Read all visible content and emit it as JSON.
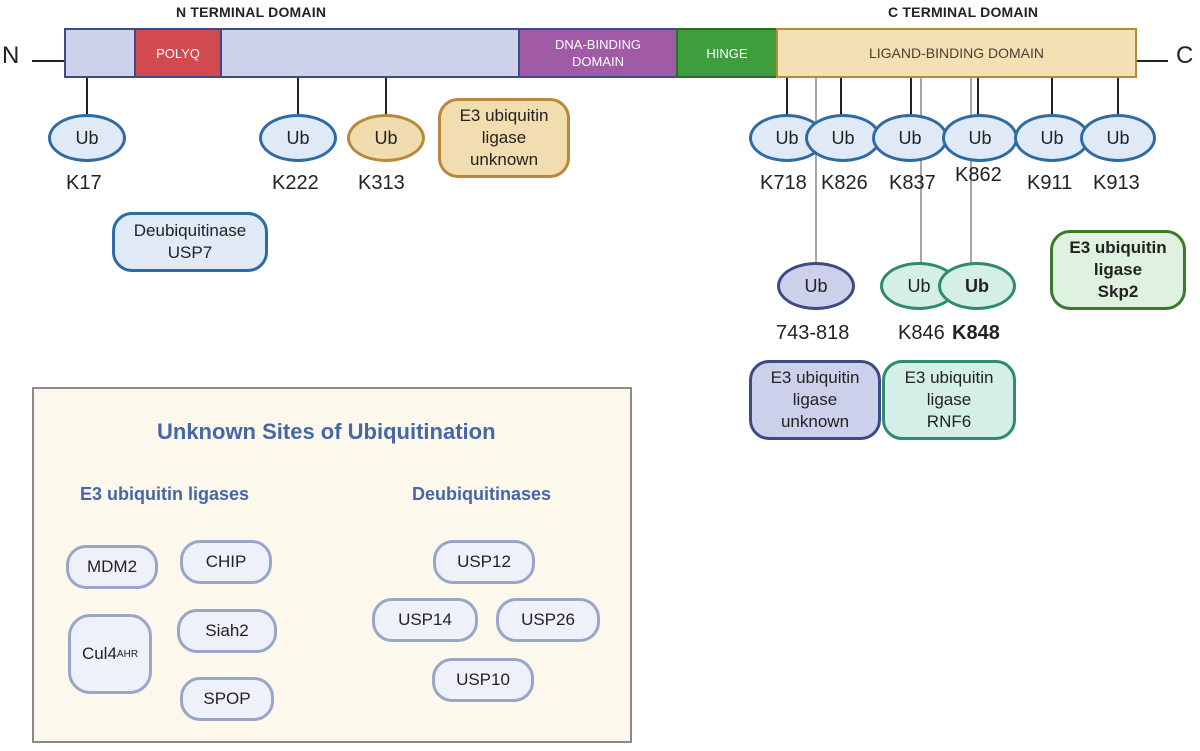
{
  "headers": {
    "n_terminal": "N TERMINAL DOMAIN",
    "c_terminal": "C TERMINAL DOMAIN"
  },
  "terminals": {
    "n": "N",
    "c": "C"
  },
  "domains": {
    "polyq": "POLYQ",
    "dna_binding": "DNA-BINDING\nDOMAIN",
    "hinge": "HINGE",
    "ligand_binding": "LIGAND-BINDING DOMAIN"
  },
  "ub_label": "Ub",
  "sites": {
    "k17": "K17",
    "k222": "K222",
    "k313": "K313",
    "k718": "K718",
    "k826": "K826",
    "k837": "K837",
    "k862": "K862",
    "k911": "K911",
    "k913": "K913",
    "r743_818": "743-818",
    "k846": "K846",
    "k848": "K848"
  },
  "ligases": {
    "unknown_top": "E3 ubiquitin\nligase\nunknown",
    "usp7": "Deubiquitinase\nUSP7",
    "skp2": "E3 ubiquitin\nligase\nSkp2",
    "unknown_c": "E3 ubiquitin\nligase\nunknown",
    "rnf6": "E3 ubiquitin\nligase\nRNF6"
  },
  "panel": {
    "title": "Unknown Sites of Ubiquitination",
    "e3_heading": "E3 ubiquitin ligases",
    "dub_heading": "Deubiquitinases",
    "e3": {
      "mdm2": "MDM2",
      "chip": "CHIP",
      "cul4": "Cul4",
      "cul4_sup": "AHR",
      "siah2": "Siah2",
      "spop": "SPOP"
    },
    "dub": {
      "usp12": "USP12",
      "usp14": "USP14",
      "usp26": "USP26",
      "usp10": "USP10"
    }
  },
  "colors": {
    "nterm_fill": "#cdd1ea",
    "polyq_fill": "#d04a4f",
    "dbd_fill": "#a05aa6",
    "hinge_fill": "#3e9e3e",
    "lbd_fill": "#f3e0b3",
    "panel_title": "#4666a8"
  }
}
